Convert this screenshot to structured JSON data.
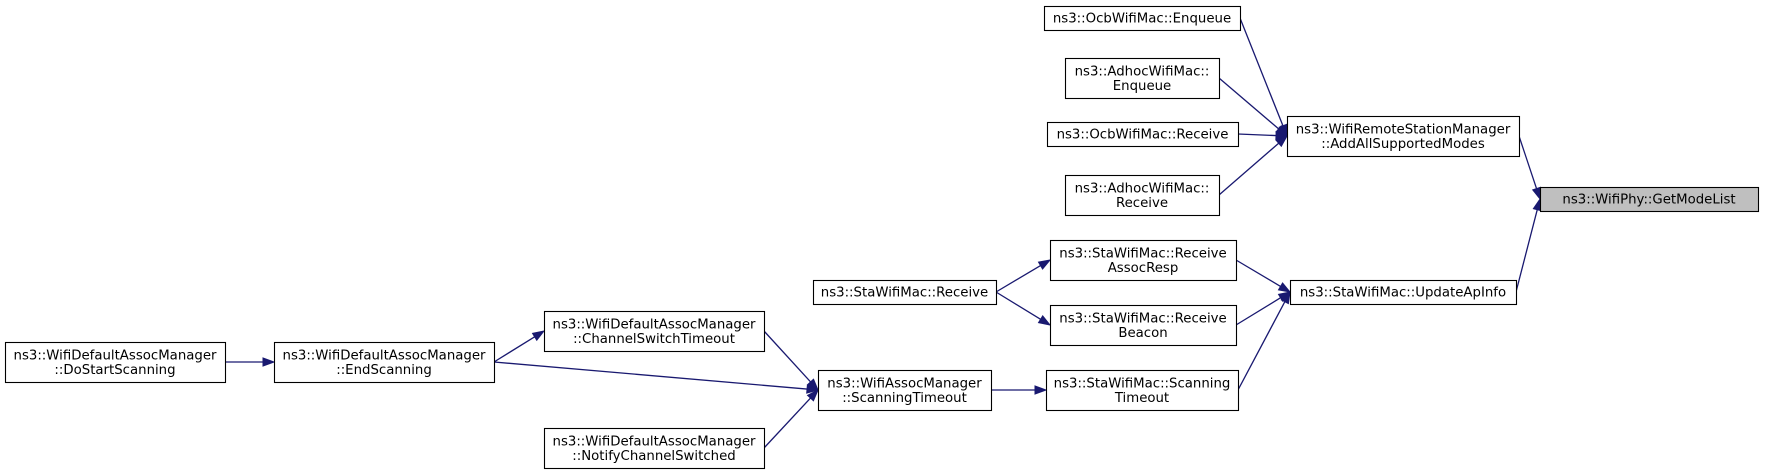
{
  "graph": {
    "focus_node": "getmodelist",
    "nodes": [
      {
        "id": "getmodelist",
        "lines": [
          "ns3::WifiPhy::GetModeList"
        ]
      },
      {
        "id": "addallsupportedmodes",
        "lines": [
          "ns3::WifiRemoteStationManager",
          "::AddAllSupportedModes"
        ]
      },
      {
        "id": "updateapinfo",
        "lines": [
          "ns3::StaWifiMac::UpdateApInfo"
        ]
      },
      {
        "id": "ocb-enqueue",
        "lines": [
          "ns3::OcbWifiMac::Enqueue"
        ]
      },
      {
        "id": "adhoc-enqueue",
        "lines": [
          "ns3::AdhocWifiMac::",
          "Enqueue"
        ]
      },
      {
        "id": "ocb-receive",
        "lines": [
          "ns3::OcbWifiMac::Receive"
        ]
      },
      {
        "id": "adhoc-receive",
        "lines": [
          "ns3::AdhocWifiMac::",
          "Receive"
        ]
      },
      {
        "id": "sta-receiveassocresp",
        "lines": [
          "ns3::StaWifiMac::Receive",
          "AssocResp"
        ]
      },
      {
        "id": "sta-receivebeacon",
        "lines": [
          "ns3::StaWifiMac::Receive",
          "Beacon"
        ]
      },
      {
        "id": "sta-scanningtimeout",
        "lines": [
          "ns3::StaWifiMac::Scanning",
          "Timeout"
        ]
      },
      {
        "id": "sta-receive",
        "lines": [
          "ns3::StaWifiMac::Receive"
        ]
      },
      {
        "id": "wam-scanningtimeout",
        "lines": [
          "ns3::WifiAssocManager",
          "::ScanningTimeout"
        ]
      },
      {
        "id": "wdam-channelswitchtimeout",
        "lines": [
          "ns3::WifiDefaultAssocManager",
          "::ChannelSwitchTimeout"
        ]
      },
      {
        "id": "wdam-endscanning",
        "lines": [
          "ns3::WifiDefaultAssocManager",
          "::EndScanning"
        ]
      },
      {
        "id": "wdam-notifychannelswitched",
        "lines": [
          "ns3::WifiDefaultAssocManager",
          "::NotifyChannelSwitched"
        ]
      },
      {
        "id": "wdam-dostartscanning",
        "lines": [
          "ns3::WifiDefaultAssocManager",
          "::DoStartScanning"
        ]
      }
    ],
    "edges": [
      {
        "from": "addallsupportedmodes",
        "to": "getmodelist"
      },
      {
        "from": "updateapinfo",
        "to": "getmodelist"
      },
      {
        "from": "ocb-enqueue",
        "to": "addallsupportedmodes"
      },
      {
        "from": "adhoc-enqueue",
        "to": "addallsupportedmodes"
      },
      {
        "from": "ocb-receive",
        "to": "addallsupportedmodes"
      },
      {
        "from": "adhoc-receive",
        "to": "addallsupportedmodes"
      },
      {
        "from": "sta-receiveassocresp",
        "to": "updateapinfo"
      },
      {
        "from": "sta-receivebeacon",
        "to": "updateapinfo"
      },
      {
        "from": "sta-scanningtimeout",
        "to": "updateapinfo"
      },
      {
        "from": "sta-receive",
        "to": "sta-receiveassocresp"
      },
      {
        "from": "sta-receive",
        "to": "sta-receivebeacon"
      },
      {
        "from": "wam-scanningtimeout",
        "to": "sta-scanningtimeout"
      },
      {
        "from": "wdam-channelswitchtimeout",
        "to": "wam-scanningtimeout"
      },
      {
        "from": "wdam-endscanning",
        "to": "wam-scanningtimeout"
      },
      {
        "from": "wdam-notifychannelswitched",
        "to": "wam-scanningtimeout"
      },
      {
        "from": "wdam-endscanning",
        "to": "wdam-channelswitchtimeout"
      },
      {
        "from": "wdam-dostartscanning",
        "to": "wdam-endscanning"
      }
    ]
  }
}
